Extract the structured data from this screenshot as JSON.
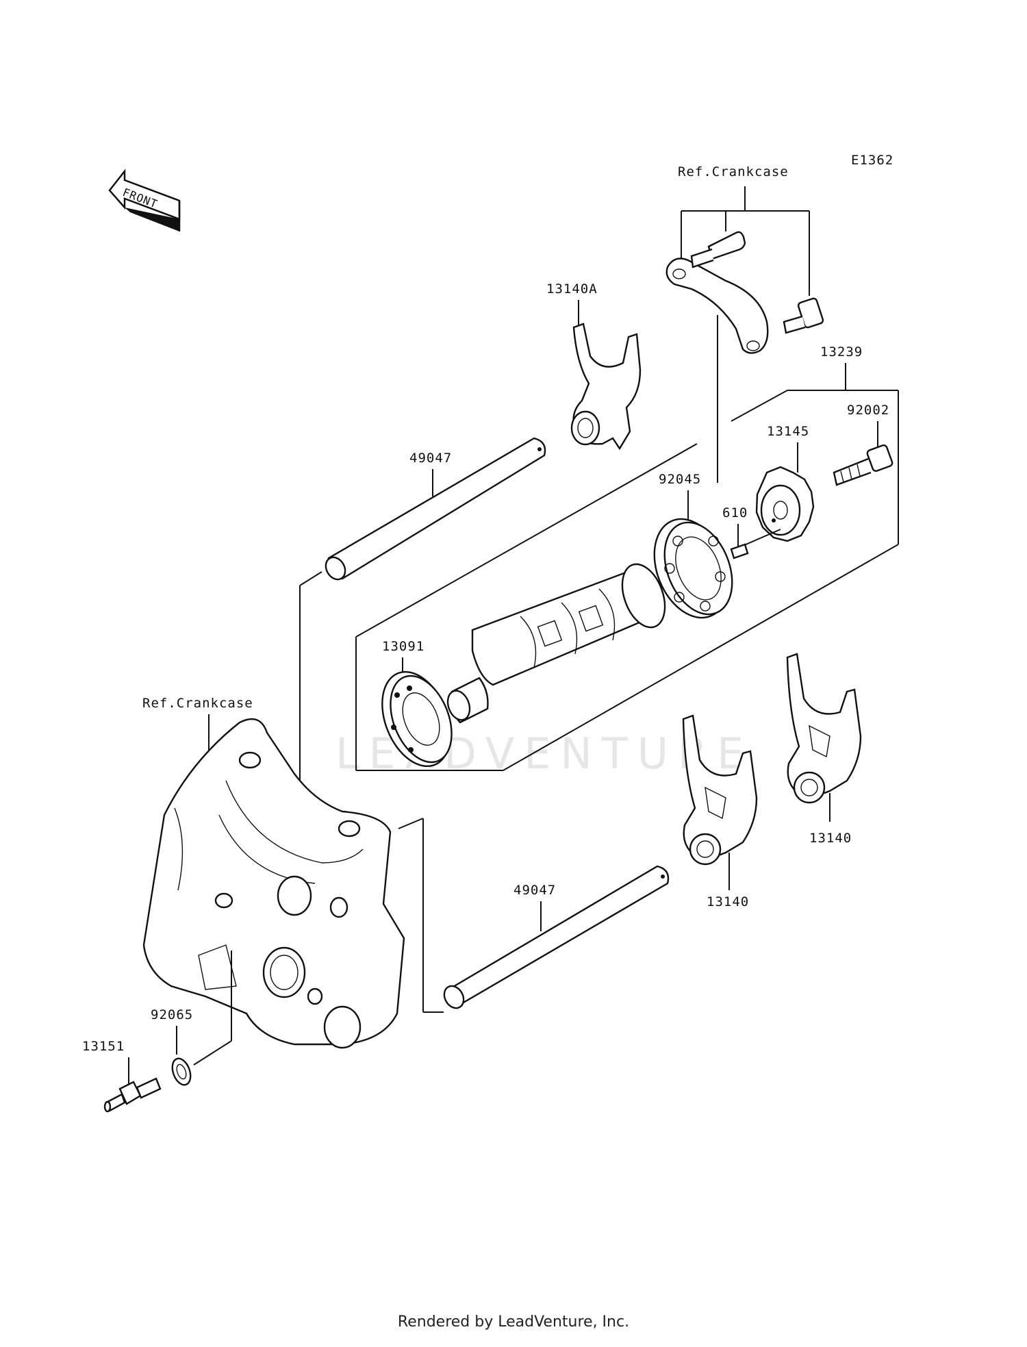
{
  "diagram": {
    "code": "E1362",
    "front_label": "FRONT",
    "watermark": "LEADVENTURE",
    "footer": "Rendered by LeadVenture, Inc.",
    "labels": {
      "ref_crankcase_top": "Ref.Crankcase",
      "ref_crankcase_left": "Ref.Crankcase",
      "p13140A": "13140A",
      "p13239": "13239",
      "p92002": "92002",
      "p13145": "13145",
      "p92045": "92045",
      "p610": "610",
      "p49047_top": "49047",
      "p13091": "13091",
      "p49047_bottom": "49047",
      "p13140_right": "13140",
      "p13140_mid": "13140",
      "p92065": "92065",
      "p13151": "13151"
    }
  }
}
